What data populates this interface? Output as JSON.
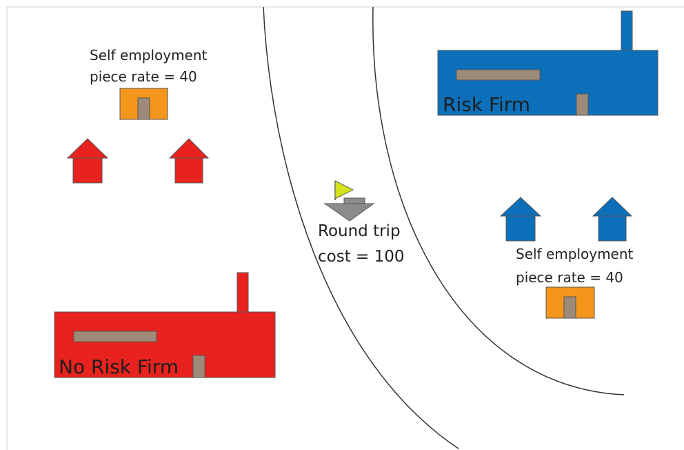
{
  "left_island": {
    "self_employment": {
      "line1": "Self employment",
      "line2": "piece rate = 40"
    },
    "firm": {
      "name": "No Risk Firm"
    },
    "colors": {
      "firm": "#e8231f",
      "house": "#e8231f"
    }
  },
  "right_island": {
    "self_employment": {
      "line1": "Self employment",
      "line2": "piece rate = 40"
    },
    "firm": {
      "name": "Risk Firm"
    },
    "colors": {
      "firm": "#0c6fba",
      "house": "#0c6fba"
    }
  },
  "crossing": {
    "line1": "Round trip",
    "line2": "cost = 100"
  },
  "colors": {
    "workshop": "#f5961c",
    "door": "#9e8a78",
    "boat_hull": "#8c8c8c",
    "flag": "#d4e21a",
    "border": "#555555"
  }
}
